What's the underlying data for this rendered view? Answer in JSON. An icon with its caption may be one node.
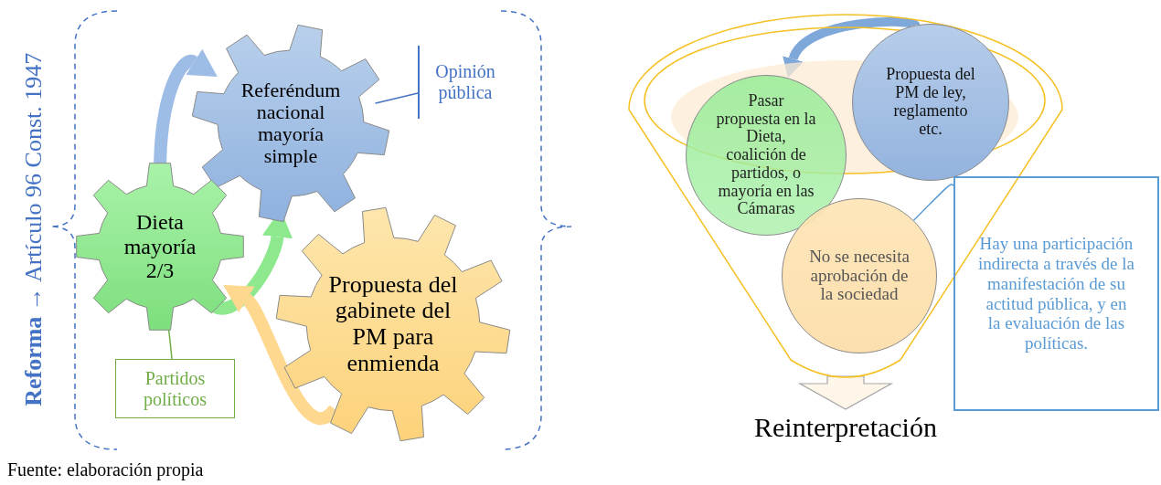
{
  "diagram": {
    "nodes": [
      {
        "text": [
          "Referéndum nacional mayoría simple"
        ]
      },
      {
        "text": [
          "Dieta mayoría 2/3"
        ]
      },
      {
        "text": [
          "Propuesta del gabinete del PM para enmienda"
        ]
      },
      {
        "text": [
          "Opinión pública"
        ]
      },
      {
        "text": [
          "Partidos políticos"
        ]
      },
      {
        "text": [],
        "shape": "funnel"
      },
      {
        "text": [
          "Pasar propuesta en la Dieta, coalición de partidos, o mayoría en las Cámaras"
        ],
        "in": 5
      },
      {
        "text": [
          "Propuesta del PM de ley, reglamento etc."
        ],
        "in": 5
      },
      {
        "text": [
          "No se necesita aprobación de la sociedad"
        ],
        "in": 5
      },
      {
        "text": [
          "Hay una participación indirecta a través de la manifestación de su actitud pública, y en la evaluación de las políticas."
        ]
      },
      {
        "text": [
          "Reinterpretación"
        ]
      }
    ],
    "edges": [
      {
        "from": 3,
        "to": 0,
        "arrow": "none",
        "color": "#4472c4"
      },
      {
        "from": 4,
        "to": 1,
        "arrow": "none",
        "color": "#70ad47"
      },
      {
        "from": 1,
        "to": 0,
        "arrow": "to",
        "color": "#9dbde6"
      },
      {
        "from": 1,
        "to": 0,
        "arrow": "to",
        "color": "#8ee88e"
      },
      {
        "from": 2,
        "to": 1,
        "arrow": "to",
        "color": "#fdd88e"
      },
      {
        "from": 7,
        "to": 6,
        "arrow": "to",
        "color": "#7ea7da"
      },
      {
        "from": 9,
        "to": 8,
        "arrow": "none",
        "color": "#5b9bd5"
      },
      {
        "from": 5,
        "to": 10,
        "arrow": "to",
        "style": "thick",
        "color": "#a6a6a6"
      }
    ],
    "labels": [
      "**Reforma** → Artículo 96 Const. 1947",
      "Fuente: elaboración propia"
    ]
  }
}
